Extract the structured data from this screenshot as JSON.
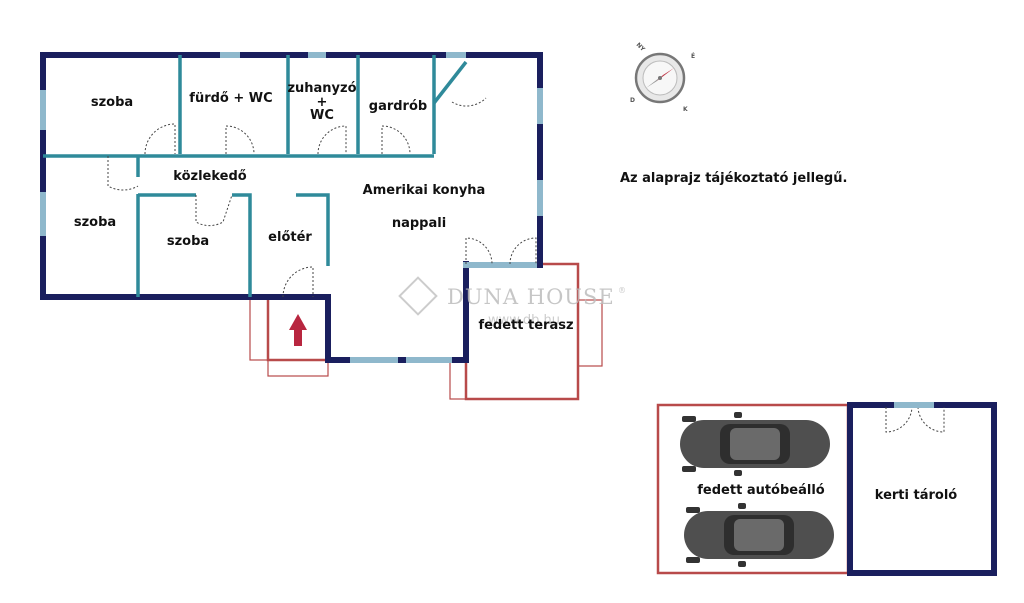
{
  "rooms": {
    "szoba_1": "szoba",
    "furdo": "fürdő + WC",
    "zuhanyzo_line1": "zuhanyzó",
    "zuhanyzo_line2": "+",
    "zuhanyzo_line3": "WC",
    "gardrob": "gardrób",
    "kozlekedo": "közlekedő",
    "szoba_2": "szoba",
    "szoba_3": "szoba",
    "eloter": "előtér",
    "konyha": "Amerikai konyha",
    "nappali": "nappali",
    "terasz": "fedett terasz",
    "autobeallo": "fedett autóbeálló",
    "tarolo": "kerti tároló"
  },
  "note": "Az alaprajz tájékoztató jellegű.",
  "watermark": {
    "brand": "DUNA HOUSE",
    "registered": "®",
    "url": "www.db.hu"
  },
  "compass": {
    "letters": [
      "NY",
      "É",
      "K",
      "D"
    ]
  },
  "colors": {
    "outer_wall": "#1a1f5e",
    "inner_wall": "#2f8a9a",
    "window": "#8fb8cc",
    "terrace": "#b84a4a",
    "entry_arrow": "#b8263f",
    "car_body": "#555555"
  }
}
